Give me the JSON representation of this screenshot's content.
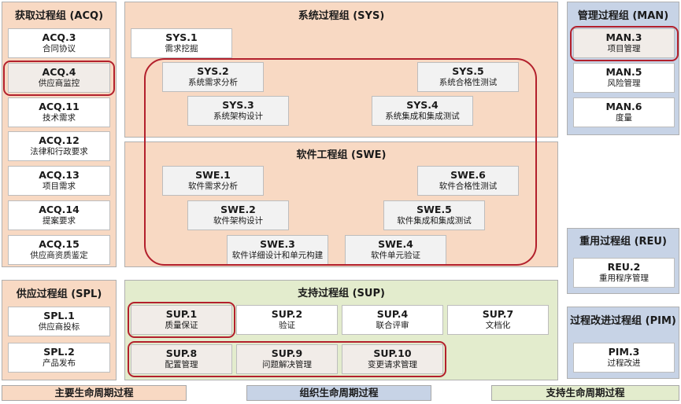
{
  "acq": {
    "title": "获取过程组 (ACQ)",
    "items": [
      {
        "code": "ACQ.3",
        "name": "合同协议"
      },
      {
        "code": "ACQ.4",
        "name": "供应商监控"
      },
      {
        "code": "ACQ.11",
        "name": "技术需求"
      },
      {
        "code": "ACQ.12",
        "name": "法律和行政要求"
      },
      {
        "code": "ACQ.13",
        "name": "项目需求"
      },
      {
        "code": "ACQ.14",
        "name": "提案要求"
      },
      {
        "code": "ACQ.15",
        "name": "供应商资质鉴定"
      }
    ]
  },
  "sys": {
    "title": "系统过程组 (SYS)",
    "items": [
      {
        "code": "SYS.1",
        "name": "需求挖掘"
      },
      {
        "code": "SYS.2",
        "name": "系统需求分析"
      },
      {
        "code": "SYS.3",
        "name": "系统架构设计"
      },
      {
        "code": "SYS.4",
        "name": "系统集成和集成测试"
      },
      {
        "code": "SYS.5",
        "name": "系统合格性测试"
      }
    ]
  },
  "swe": {
    "title": "软件工程组 (SWE)",
    "items": [
      {
        "code": "SWE.1",
        "name": "软件需求分析"
      },
      {
        "code": "SWE.2",
        "name": "软件架构设计"
      },
      {
        "code": "SWE.3",
        "name": "软件详细设计和单元构建"
      },
      {
        "code": "SWE.4",
        "name": "软件单元验证"
      },
      {
        "code": "SWE.5",
        "name": "软件集成和集成测试"
      },
      {
        "code": "SWE.6",
        "name": "软件合格性测试"
      }
    ]
  },
  "man": {
    "title": "管理过程组 (MAN)",
    "items": [
      {
        "code": "MAN.3",
        "name": "项目管理"
      },
      {
        "code": "MAN.5",
        "name": "风险管理"
      },
      {
        "code": "MAN.6",
        "name": "度量"
      }
    ]
  },
  "reu": {
    "title": "重用过程组 (REU)",
    "items": [
      {
        "code": "REU.2",
        "name": "重用程序管理"
      }
    ]
  },
  "pim": {
    "title": "过程改进过程组 (PIM)",
    "items": [
      {
        "code": "PIM.3",
        "name": "过程改进"
      }
    ]
  },
  "spl": {
    "title": "供应过程组 (SPL)",
    "items": [
      {
        "code": "SPL.1",
        "name": "供应商投标"
      },
      {
        "code": "SPL.2",
        "name": "产品发布"
      }
    ]
  },
  "sup": {
    "title": "支持过程组 (SUP)",
    "items": [
      {
        "code": "SUP.1",
        "name": "质量保证"
      },
      {
        "code": "SUP.2",
        "name": "验证"
      },
      {
        "code": "SUP.4",
        "name": "联合评审"
      },
      {
        "code": "SUP.7",
        "name": "文档化"
      },
      {
        "code": "SUP.8",
        "name": "配置管理"
      },
      {
        "code": "SUP.9",
        "name": "问题解决管理"
      },
      {
        "code": "SUP.10",
        "name": "变更请求管理"
      }
    ]
  },
  "legend": {
    "primary": "主要生命周期过程",
    "organizational": "组织生命周期过程",
    "supporting": "支持生命周期过程"
  },
  "colors": {
    "primary": "#f8d9c3",
    "organizational": "#c7d3e6",
    "supporting": "#e3eccd",
    "highlight": "#b3202c"
  }
}
